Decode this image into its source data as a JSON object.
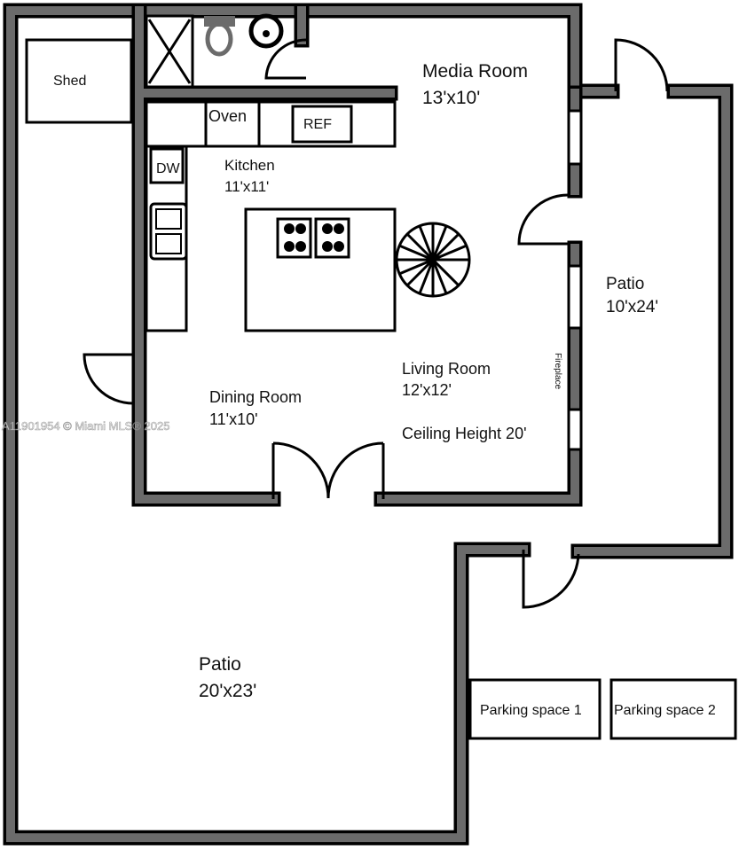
{
  "rooms": {
    "shed": "Shed",
    "oven": "Oven",
    "ref": "REF",
    "dw": "DW",
    "media_room": {
      "name": "Media Room",
      "size": "13'x10'"
    },
    "kitchen": {
      "name": "Kitchen",
      "size": "11'x11'"
    },
    "patio_side": {
      "name": "Patio",
      "size": "10'x24'"
    },
    "living_room": {
      "name": "Living Room",
      "size": "12'x12'",
      "note": "Ceiling Height 20'"
    },
    "dining_room": {
      "name": "Dining Room",
      "size": "11'x10'"
    },
    "fireplace": "Fireplace",
    "patio_main": {
      "name": "Patio",
      "size": "20'x23'"
    },
    "parking1": "Parking space 1",
    "parking2": "Parking space 2"
  },
  "watermark": "A11901954 © Miami MLS® 2025",
  "colors": {
    "wall": "#6b6b6b",
    "outline": "#000000"
  }
}
